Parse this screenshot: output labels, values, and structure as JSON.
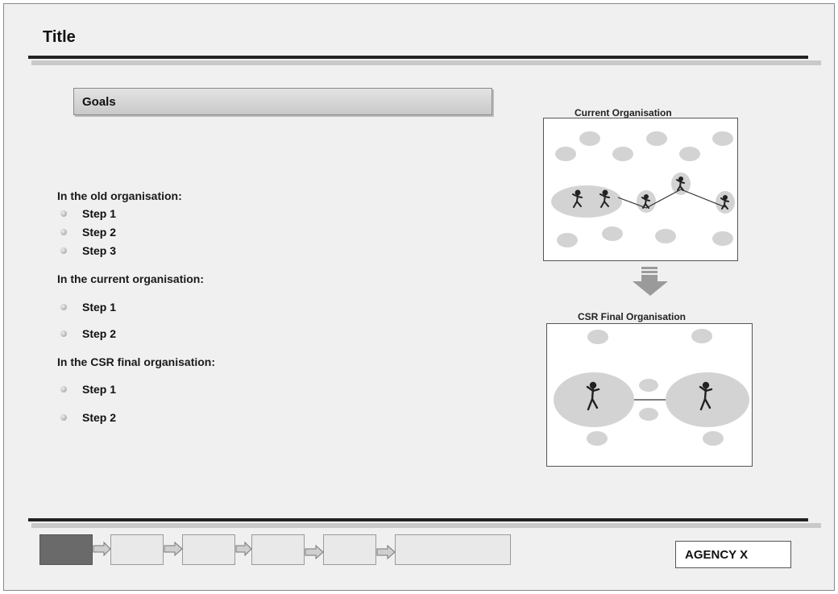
{
  "slide": {
    "title": "Title"
  },
  "goals": {
    "label": "Goals"
  },
  "sections": [
    {
      "heading": "In the old organisation:",
      "steps": [
        "Step 1",
        "Step 2",
        "Step 3"
      ]
    },
    {
      "heading": "In the current organisation:",
      "steps": [
        "Step 1",
        "Step 2"
      ]
    },
    {
      "heading": "In the CSR final organisation:",
      "steps": [
        "Step 1",
        "Step 2"
      ]
    }
  ],
  "current_org": {
    "title": "Current Organisation"
  },
  "final_org": {
    "title": "CSR Final Organisation"
  },
  "footer": {
    "agency": "AGENCY X"
  },
  "colors": {
    "accent": "#222222",
    "panel_bg": "#f0f0f0",
    "node": "#d3d3d3"
  }
}
